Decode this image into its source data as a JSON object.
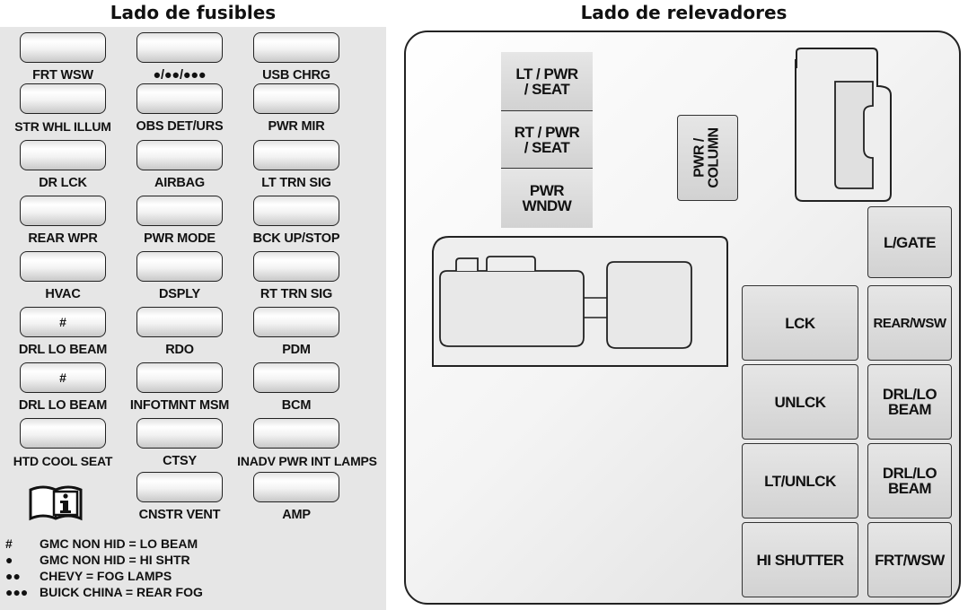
{
  "headings": {
    "fuse_side": "Lado de fusibles",
    "relay_side": "Lado de relevadores"
  },
  "fuses": [
    {
      "label": "FRT WSW",
      "mark": ""
    },
    {
      "label": "●/●●/●●●",
      "mark": ""
    },
    {
      "label": "USB CHRG",
      "mark": ""
    },
    {
      "label": "STR WHL ILLUM",
      "mark": ""
    },
    {
      "label": "OBS DET/URS",
      "mark": ""
    },
    {
      "label": "PWR MIR",
      "mark": ""
    },
    {
      "label": "DR LCK",
      "mark": ""
    },
    {
      "label": "AIRBAG",
      "mark": ""
    },
    {
      "label": "LT TRN SIG",
      "mark": ""
    },
    {
      "label": "REAR WPR",
      "mark": ""
    },
    {
      "label": "PWR MODE",
      "mark": ""
    },
    {
      "label": "BCK UP/STOP",
      "mark": ""
    },
    {
      "label": "HVAC",
      "mark": ""
    },
    {
      "label": "DSPLY",
      "mark": ""
    },
    {
      "label": "RT TRN SIG",
      "mark": ""
    },
    {
      "label": "DRL LO BEAM",
      "mark": "#"
    },
    {
      "label": "RDO",
      "mark": ""
    },
    {
      "label": "PDM",
      "mark": ""
    },
    {
      "label": "DRL LO BEAM",
      "mark": "#"
    },
    {
      "label": "INFOTMNT MSM",
      "mark": ""
    },
    {
      "label": "BCM",
      "mark": ""
    },
    {
      "label": "HTD COOL SEAT",
      "mark": ""
    },
    {
      "label": "CTSY",
      "mark": ""
    },
    {
      "label": "INADV PWR INT LAMPS",
      "mark": ""
    },
    {
      "label": "CNSTR VENT",
      "mark": ""
    },
    {
      "label": "AMP",
      "mark": ""
    }
  ],
  "manual_icon": "owner-manual-book-icon",
  "legend": [
    {
      "symbol": "#",
      "text": "GMC NON HID = LO BEAM"
    },
    {
      "symbol": "●",
      "text": "GMC NON HID = HI SHTR"
    },
    {
      "symbol": "●●",
      "text": "CHEVY = FOG LAMPS"
    },
    {
      "symbol": "●●●",
      "text": "BUICK CHINA = REAR FOG"
    }
  ],
  "relays": {
    "stack": [
      "LT / PWR\n/ SEAT",
      "RT / PWR\n/ SEAT",
      "PWR\nWNDW"
    ],
    "column": "PWR /\nCOLUMN",
    "lgate": "L/GATE",
    "grid": [
      [
        "LCK",
        "REAR/WSW"
      ],
      [
        "UNLCK",
        "DRL/LO\nBEAM"
      ],
      [
        "LT/UNLCK",
        "DRL/LO\nBEAM"
      ],
      [
        "HI SHUTTER",
        "FRT/WSW"
      ]
    ]
  },
  "colors": {
    "fuse_panel_bg": "#e6e6e6",
    "relay_fill": "#d8d8d8",
    "outline": "#222222"
  }
}
